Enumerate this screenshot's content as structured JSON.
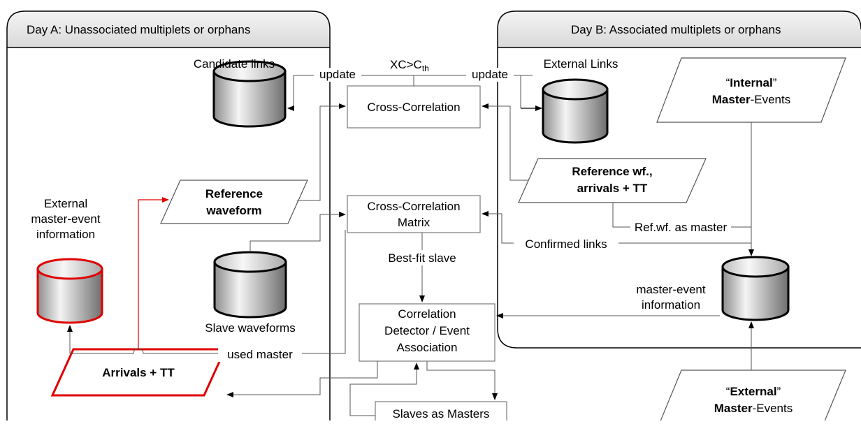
{
  "panels": {
    "day_a": "Day A: Unassociated multiplets or orphans",
    "day_b": "Day B: Associated multiplets or orphans"
  },
  "databases": {
    "candidate_links": "Candidate links",
    "external_links": "External Links",
    "slave_waveforms": "Slave waveforms",
    "ext_master_line1": "External",
    "ext_master_line2": "master-event",
    "ext_master_line3": "information",
    "master_info_line1": "master-event",
    "master_info_line2": "information"
  },
  "processes": {
    "cross_correlation": "Cross-Correlation",
    "ccm_line1": "Cross-Correlation",
    "ccm_line2": "Matrix",
    "detector_line1": "Correlation",
    "detector_line2": "Detector / Event",
    "detector_line3": "Association",
    "slaves_as_masters": "Slaves as Masters"
  },
  "io": {
    "reference_line1": "Reference",
    "reference_line2": "waveform",
    "arrivals": "Arrivals + TT",
    "ref_wf_line1": "Reference wf.,",
    "ref_wf_line2": "arrivals + TT",
    "internal_q_open": "“",
    "internal_word": "Internal",
    "internal_q_close": "”",
    "internal_line2_bold": "Master",
    "internal_line2_rest": "-Events",
    "external_q_open": "“",
    "external_word": "External",
    "external_q_close": "”",
    "external_line2_bold": "Master",
    "external_line2_rest": "-Events"
  },
  "edge_labels": {
    "xc_main": "XC>C",
    "xc_sub": "th",
    "update_left": "update",
    "update_right": "update",
    "best_fit": "Best-fit slave",
    "used_master": "used master",
    "ref_as_master": "Ref.wf. as master",
    "confirmed_links": "Confirmed links"
  },
  "colors": {
    "highlight": "#e00000",
    "db_gradient_light": "#f2f2f2",
    "db_gradient_dark": "#8c8c8c",
    "panel_header": "#e6e6e6"
  }
}
